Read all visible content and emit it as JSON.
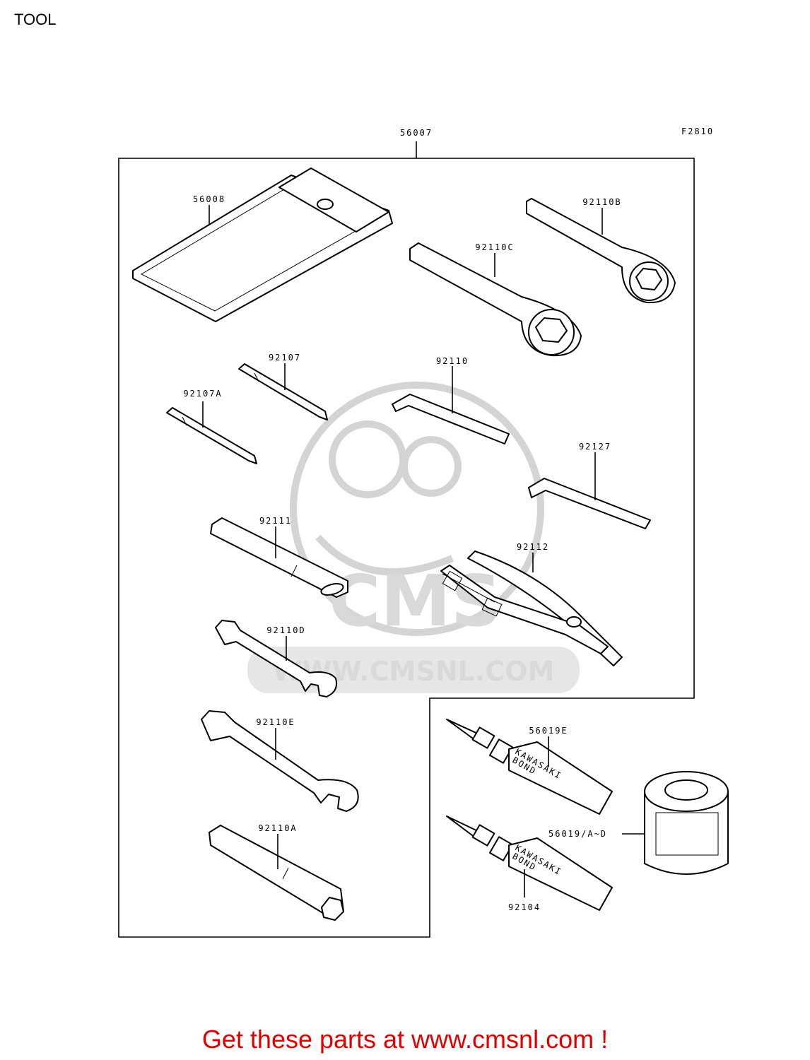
{
  "page": {
    "title": "TOOL"
  },
  "diagram": {
    "kit_ref": "56007",
    "figure_code": "F2810",
    "parts": {
      "p56008": "56008",
      "p92110B": "92110B",
      "p92110C": "92110C",
      "p92107": "92107",
      "p92107A": "92107A",
      "p92110": "92110",
      "p92127": "92127",
      "p92111": "92111",
      "p92112": "92112",
      "p92110D": "92110D",
      "p92110E": "92110E",
      "p92110A": "92110A",
      "p56019E": "56019E",
      "p56019AD": "56019/A~D",
      "p92104": "92104"
    },
    "tube_text": [
      "KAWASAKI",
      "BOND"
    ],
    "watermark": {
      "logo": "CMS",
      "url": "WWW.CMSNL.COM"
    }
  },
  "footer": {
    "text": "Get these parts at www.cmsnl.com !",
    "color": "#e00000"
  }
}
